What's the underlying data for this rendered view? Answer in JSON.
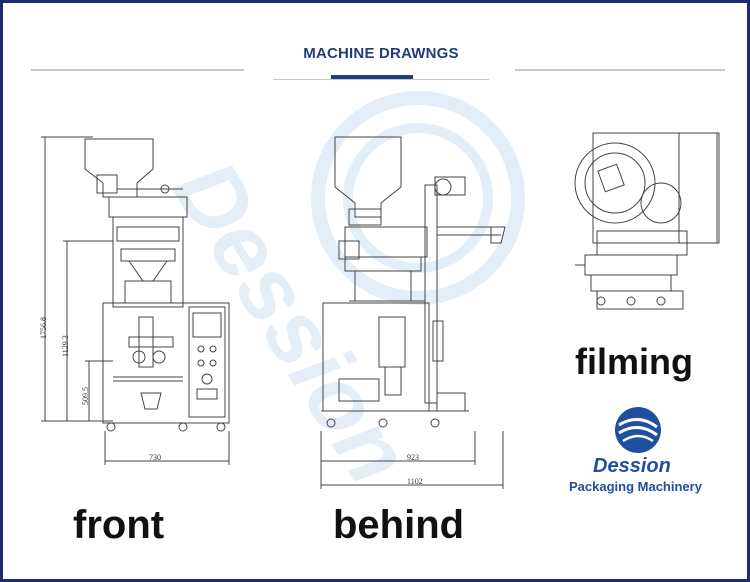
{
  "header": {
    "title": "MACHINE DRAWNGS"
  },
  "captions": {
    "front": "front",
    "behind": "behind",
    "filming": "filming"
  },
  "brand": {
    "name": "Dession",
    "tagline": "Packaging Machinery",
    "watermark": "Dession",
    "color": "#1f4fa0"
  },
  "dimensions": {
    "front_width": "730",
    "front_height_total": "1756.8",
    "front_height_mid": "1129.3",
    "front_height_low": "509.5",
    "behind_width_inner": "923",
    "behind_width_total": "1102"
  },
  "colors": {
    "frame": "#1d2d6b",
    "title": "#1f3e7c",
    "line": "#444444"
  }
}
